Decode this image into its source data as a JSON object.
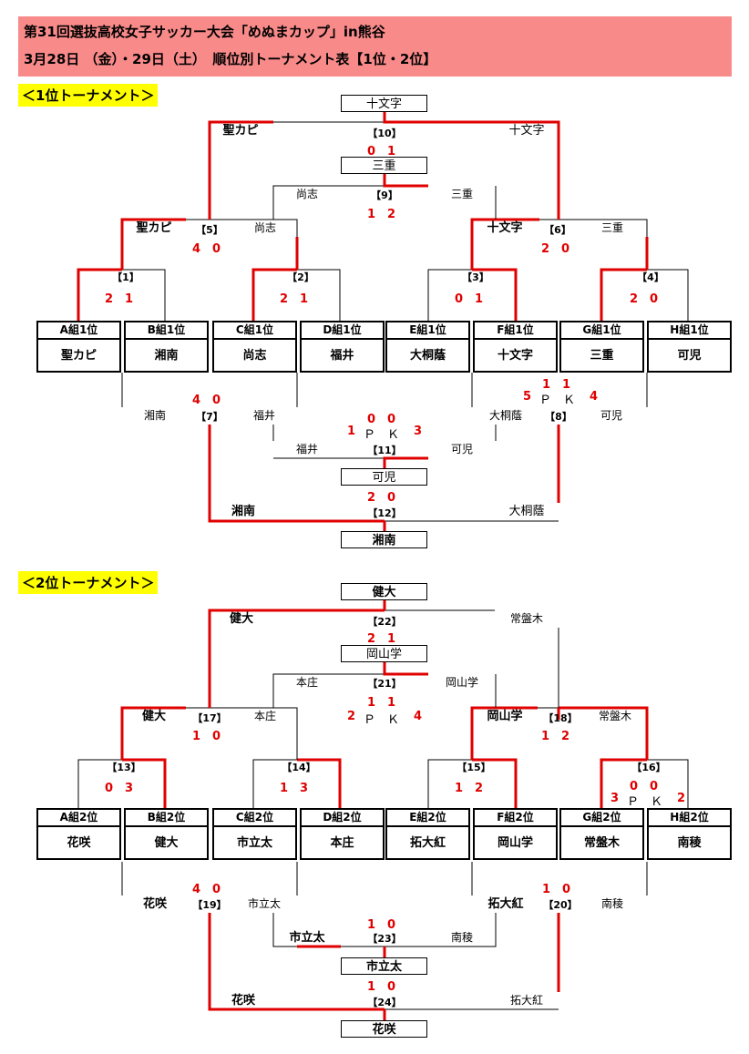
{
  "header": {
    "line1": "第31回選抜高校女子サッカー大会「めぬまカップ」in熊谷",
    "line2": "3月28日 （金）・29日（土）　順位別トーナメント表【1位・2位】"
  },
  "sections": {
    "first": "＜1位トーナメント＞",
    "second": "＜2位トーナメント＞"
  },
  "colors": {
    "header_bg": "#f98a8a",
    "section_bg": "#ffff00",
    "winner_line": "#e00000",
    "score": "#e00000"
  },
  "t1": {
    "groups": [
      {
        "g": "A組1位",
        "n": "聖カピ"
      },
      {
        "g": "B組1位",
        "n": "湘南"
      },
      {
        "g": "C組1位",
        "n": "尚志"
      },
      {
        "g": "D組1位",
        "n": "福井"
      },
      {
        "g": "E組1位",
        "n": "大桐蔭"
      },
      {
        "g": "F組1位",
        "n": "十文字"
      },
      {
        "g": "G組1位",
        "n": "三重"
      },
      {
        "g": "H組1位",
        "n": "可児"
      }
    ],
    "m1": {
      "label": "【1】",
      "score": "2　1"
    },
    "m2": {
      "label": "【2】",
      "score": "2　1"
    },
    "m3": {
      "label": "【3】",
      "score": "0　1"
    },
    "m4": {
      "label": "【4】",
      "score": "2　0"
    },
    "m5": {
      "label": "【5】",
      "left": "聖カピ",
      "right": "尚志",
      "score": "4　0"
    },
    "m6": {
      "label": "【6】",
      "left": "十文字",
      "right": "三重",
      "score": "2　0"
    },
    "m7": {
      "label": "【7】",
      "left": "湘南",
      "right": "福井",
      "score": "4　0"
    },
    "m8": {
      "label": "【8】",
      "left": "大桐蔭",
      "right": "可児",
      "score": "1　1",
      "pk_a": "5",
      "pk_text": "Ｐ　Ｋ",
      "pk_b": "4"
    },
    "m9": {
      "label": "【9】",
      "left": "尚志",
      "right": "三重",
      "score": "1　2",
      "winner": "三重"
    },
    "m10": {
      "label": "【10】",
      "left": "聖カピ",
      "right": "十文字",
      "score": "0　1",
      "winner": "十文字"
    },
    "m11": {
      "label": "【11】",
      "left": "福井",
      "right": "可児",
      "score": "0　0",
      "pk_a": "1",
      "pk_text": "Ｐ　Ｋ",
      "pk_b": "3",
      "winner": "可児"
    },
    "m12": {
      "label": "【12】",
      "left": "湘南",
      "right": "大桐蔭",
      "score": "2　0",
      "winner": "湘南"
    }
  },
  "t2": {
    "groups": [
      {
        "g": "A組2位",
        "n": "花咲"
      },
      {
        "g": "B組2位",
        "n": "健大"
      },
      {
        "g": "C組2位",
        "n": "市立太"
      },
      {
        "g": "D組2位",
        "n": "本庄"
      },
      {
        "g": "E組2位",
        "n": "拓大紅"
      },
      {
        "g": "F組2位",
        "n": "岡山学"
      },
      {
        "g": "G組2位",
        "n": "常盤木"
      },
      {
        "g": "H組2位",
        "n": "南稜"
      }
    ],
    "m13": {
      "label": "【13】",
      "score": "0　3"
    },
    "m14": {
      "label": "【14】",
      "score": "1　3"
    },
    "m15": {
      "label": "【15】",
      "score": "1　2"
    },
    "m16": {
      "label": "【16】",
      "score": "0　0",
      "pk_a": "3",
      "pk_text": "Ｐ　Ｋ",
      "pk_b": "2"
    },
    "m17": {
      "label": "【17】",
      "left": "健大",
      "right": "本庄",
      "score": "1　0"
    },
    "m18": {
      "label": "【18】",
      "left": "岡山学",
      "right": "常盤木",
      "score": "1　2"
    },
    "m19": {
      "label": "【19】",
      "left": "花咲",
      "right": "市立太",
      "score": "4　0"
    },
    "m20": {
      "label": "【20】",
      "left": "拓大紅",
      "right": "南稜",
      "score": "1　0"
    },
    "m21": {
      "label": "【21】",
      "left": "本庄",
      "right": "岡山学",
      "score": "1　1",
      "pk_a": "2",
      "pk_text": "Ｐ　Ｋ",
      "pk_b": "4",
      "winner": "岡山学"
    },
    "m22": {
      "label": "【22】",
      "left": "健大",
      "right": "常盤木",
      "score": "2　1",
      "winner": "健大"
    },
    "m23": {
      "label": "【23】",
      "left": "市立太",
      "right": "南稜",
      "score": "1　0",
      "winner": "市立太"
    },
    "m24": {
      "label": "【24】",
      "left": "花咲",
      "right": "拓大紅",
      "score": "1　0",
      "winner": "花咲"
    }
  }
}
